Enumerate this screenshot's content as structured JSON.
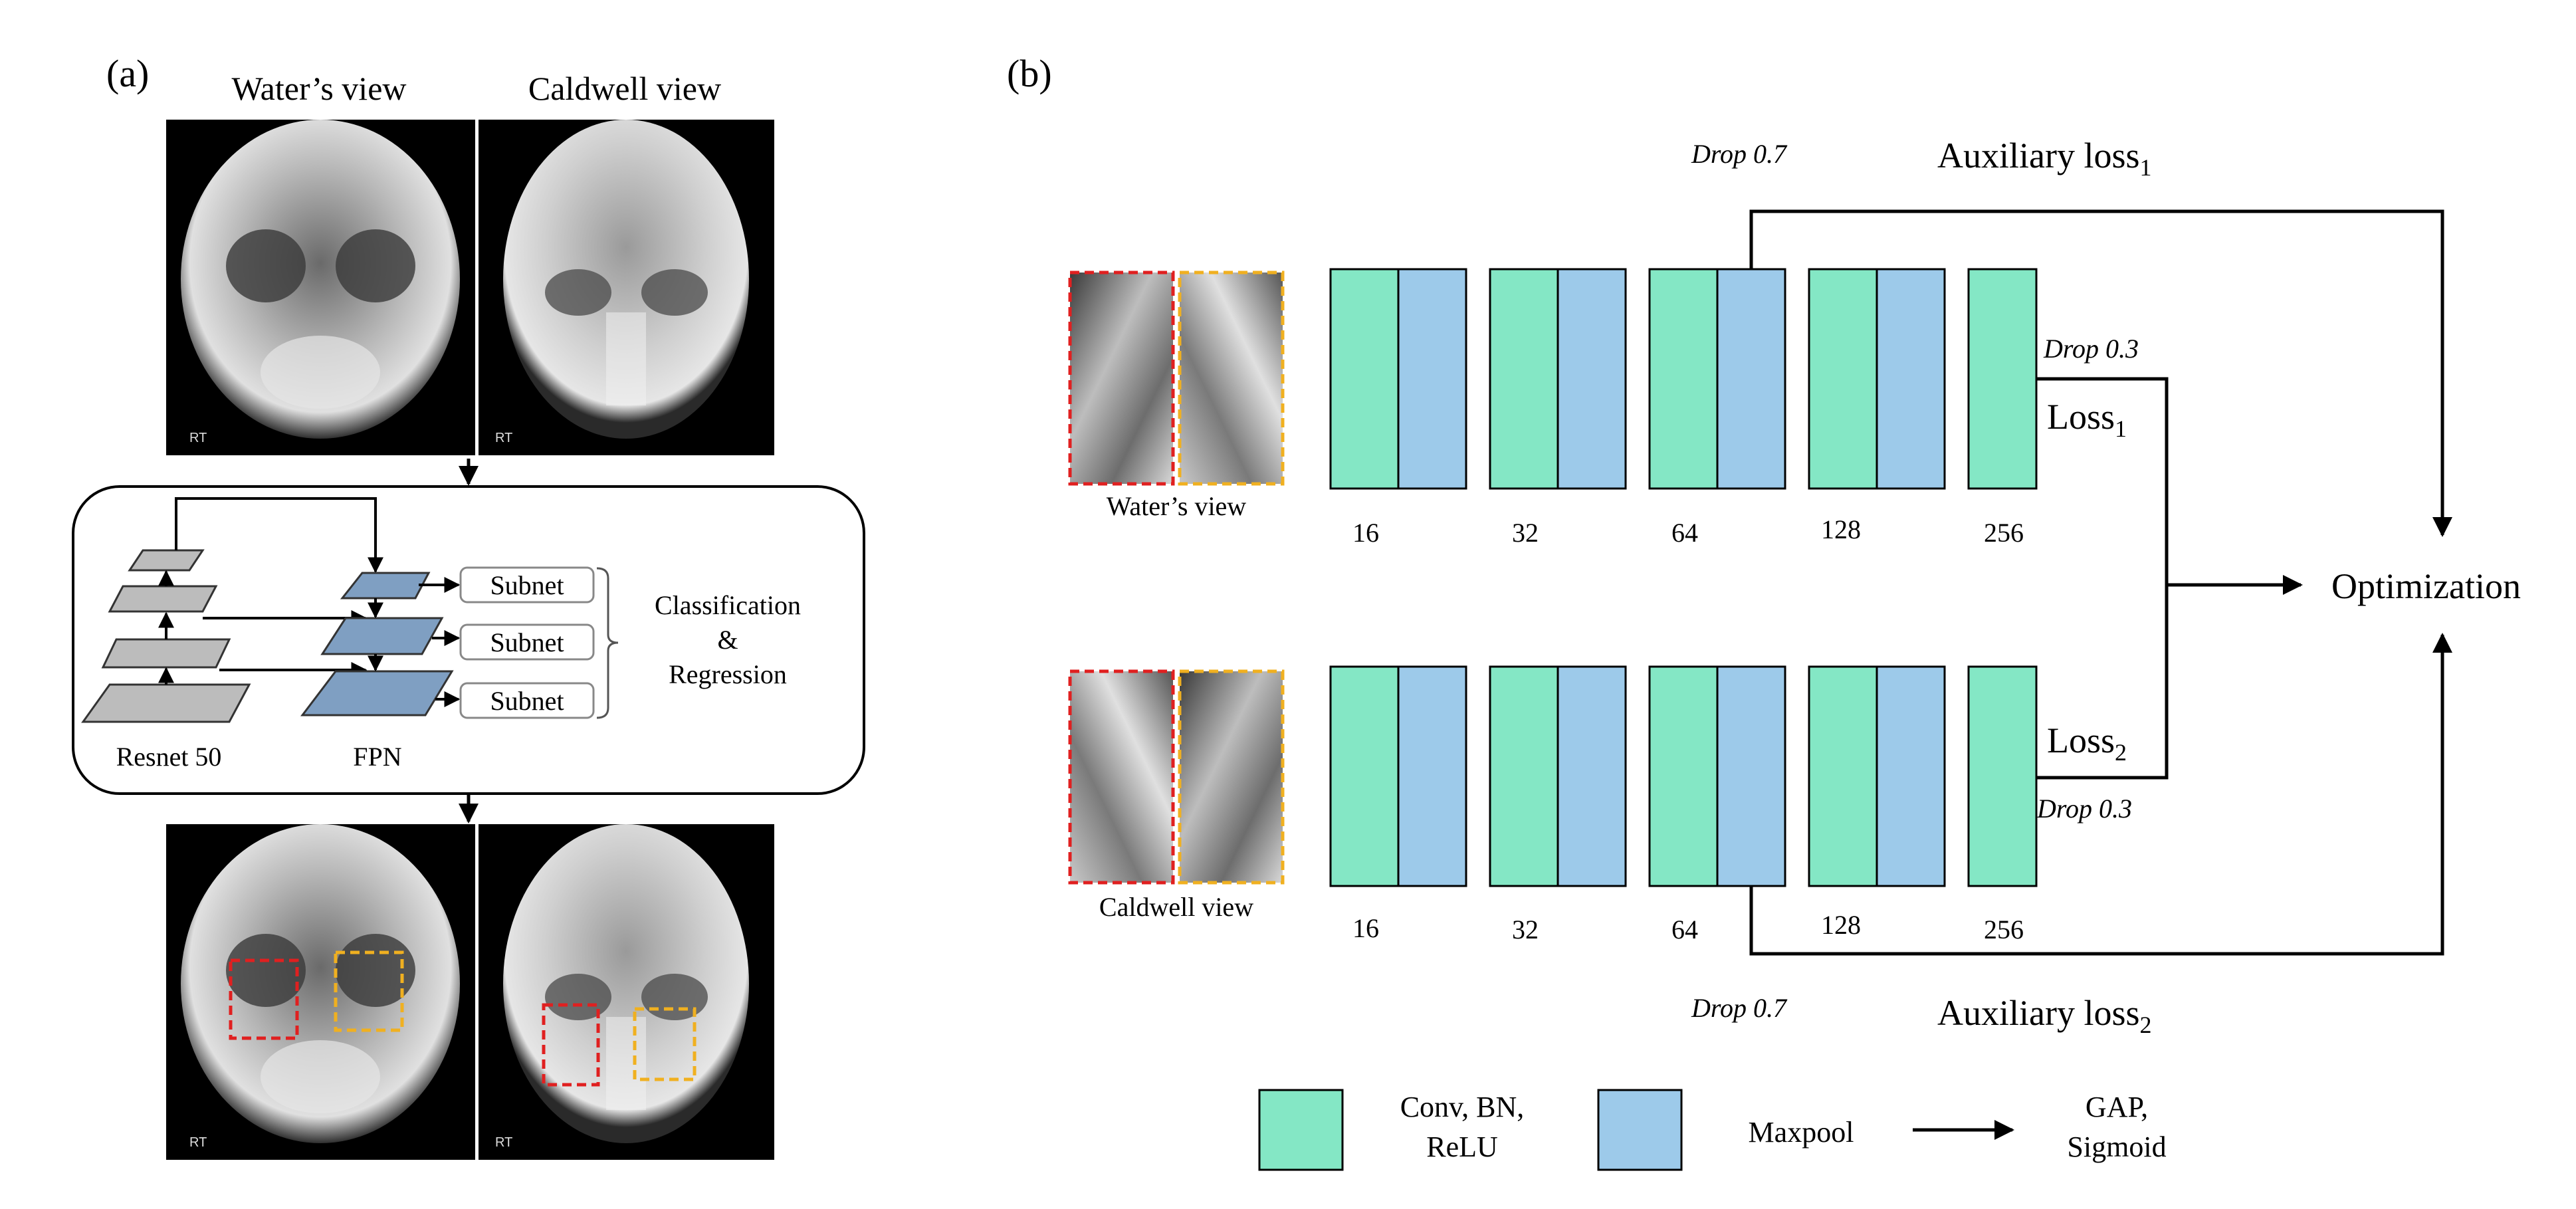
{
  "colors": {
    "conv": "#84e7c5",
    "maxpool": "#9dcaea",
    "resnet_layer": "#bcbcbc",
    "fpn_layer": "#7f9fc2",
    "box_red": "#e02020",
    "box_yellow": "#f0b020",
    "xray_bg": "#000000"
  },
  "panel_a": {
    "label": "(a)",
    "top_views": [
      "Water’s view",
      "Caldwell view"
    ],
    "xray_marker": "RT",
    "backbone_label": "Resnet 50",
    "fpn_label": "FPN",
    "subnet_labels": [
      "Subnet",
      "Subnet",
      "Subnet"
    ],
    "head_label": [
      "Classification",
      "&",
      "Regression"
    ]
  },
  "panel_b": {
    "label": "(b)",
    "inputs": [
      "Water’s view",
      "Caldwell view"
    ],
    "channels": [
      "16",
      "32",
      "64",
      "128",
      "256"
    ],
    "drop_aux": "Drop 0.7",
    "drop_main": "Drop 0.3",
    "aux_loss_1": {
      "text": "Auxiliary loss",
      "sub": "1"
    },
    "aux_loss_2": {
      "text": "Auxiliary loss",
      "sub": "2"
    },
    "loss_1": {
      "text": "Loss",
      "sub": "1"
    },
    "loss_2": {
      "text": "Loss",
      "sub": "2"
    },
    "output": "Optimization",
    "legend": {
      "conv": [
        "Conv, BN,",
        "ReLU"
      ],
      "maxpool": "Maxpool",
      "arrow": [
        "GAP,",
        "Sigmoid"
      ]
    }
  }
}
